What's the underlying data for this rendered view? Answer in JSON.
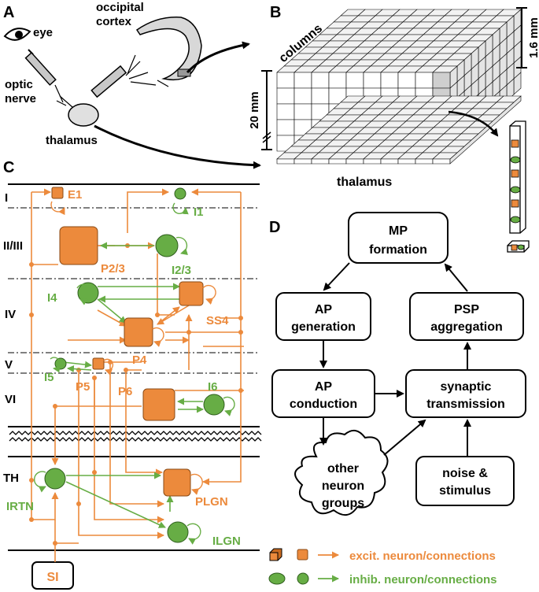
{
  "colors": {
    "excit": "#ec8a3c",
    "inhib": "#67ad45",
    "black": "#000000",
    "grey": "#d9d9d9"
  },
  "panelA": {
    "label": "A",
    "eye": "eye",
    "optic1": "optic",
    "optic2": "nerve",
    "cortex1": "occipital",
    "cortex2": "cortex",
    "thalamus": "thalamus"
  },
  "panelB": {
    "label": "B",
    "columns": "columns",
    "height": "1.6 mm",
    "width": "20 mm",
    "thalamus": "thalamus"
  },
  "panelC": {
    "label": "C",
    "layers": [
      "I",
      "II/III",
      "IV",
      "V",
      "VI",
      "TH"
    ],
    "neurons": {
      "E1": "E1",
      "I1": "I1",
      "P23": "P2/3",
      "I23": "I2/3",
      "I4": "I4",
      "SS4": "SS4",
      "P4": "P4",
      "I5": "I5",
      "P5": "P5",
      "P6": "P6",
      "I6": "I6",
      "IRTN": "IRTN",
      "PLGN": "PLGN",
      "ILGN": "ILGN",
      "SI": "SI"
    }
  },
  "panelD": {
    "label": "D",
    "mp1": "MP",
    "mp2": "formation",
    "apg1": "AP",
    "apg2": "generation",
    "psp1": "PSP",
    "psp2": "aggregation",
    "apc1": "AP",
    "apc2": "conduction",
    "syn1": "synaptic",
    "syn2": "transmission",
    "other1": "other",
    "other2": "neuron",
    "other3": "groups",
    "noise1": "noise &",
    "noise2": "stimulus"
  },
  "legend": {
    "excit": "excit. neuron/connections",
    "inhib": "inhib. neuron/connections"
  }
}
